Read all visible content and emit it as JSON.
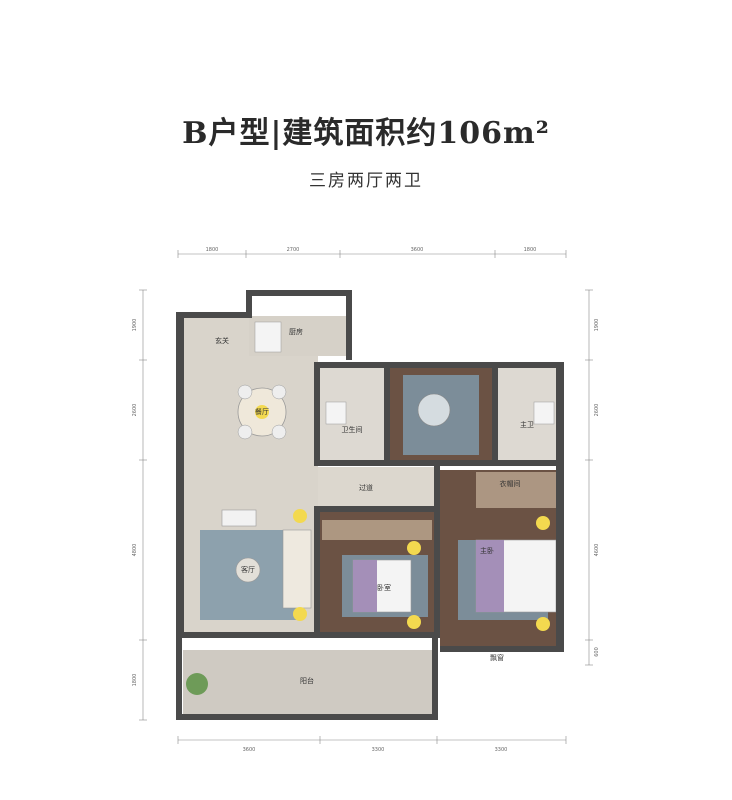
{
  "header": {
    "title": "B户型|建筑面积约106m²",
    "subtitle": "三房两厅两卫"
  },
  "dimensions": {
    "top": [
      "1800",
      "2700",
      "3600",
      "1800"
    ],
    "bottom": [
      "3600",
      "3300",
      "3300"
    ],
    "left": [
      "1900",
      "2600",
      "4800",
      "1800"
    ],
    "right": [
      "1900",
      "2600",
      "4600",
      "600"
    ]
  },
  "rooms": {
    "entrance": "玄关",
    "kitchen": "厨房",
    "dining": "餐厅",
    "bathroom": "卫生间",
    "master_bath": "主卫",
    "corridor": "过道",
    "cloakroom": "衣帽间",
    "living": "客厅",
    "bedroom": "卧室",
    "master_bedroom": "主卧",
    "balcony": "阳台",
    "window_bay": "飘窗"
  },
  "colors": {
    "wall": "#4a4a4a",
    "floor_tile": "#d9d4cb",
    "floor_wood": "#6b5244",
    "balcony": "#cfcac2",
    "carpet": "#7f98a8"
  }
}
